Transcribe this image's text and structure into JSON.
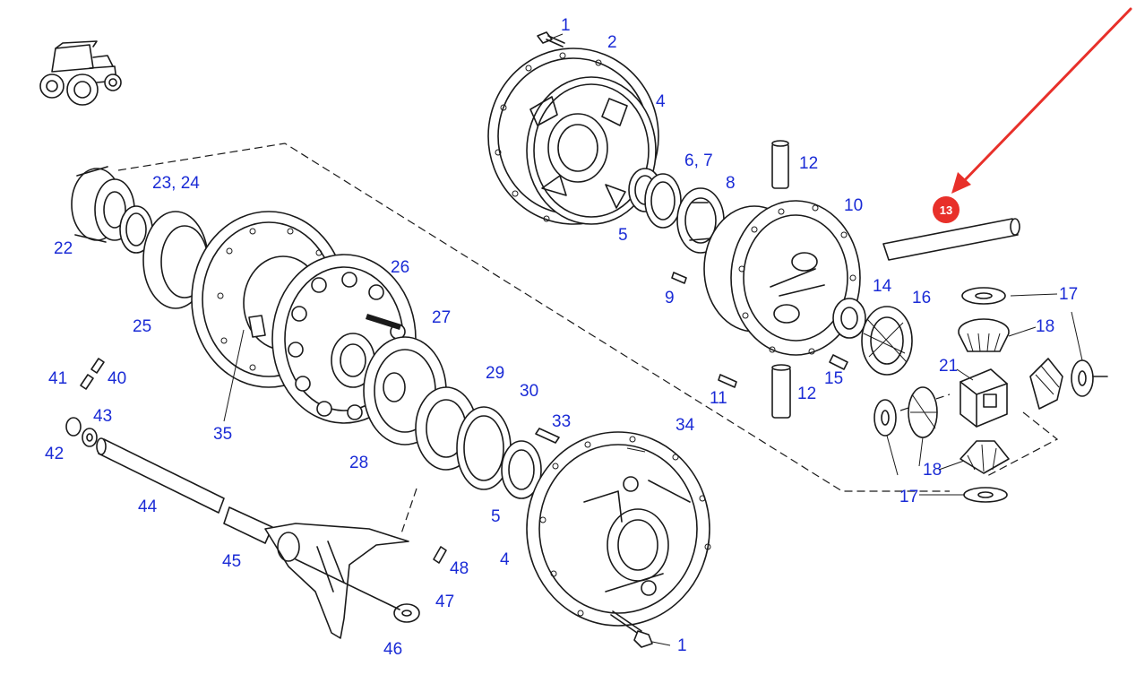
{
  "diagram": {
    "callouts": [
      {
        "id": "c1a",
        "text": "1"
      },
      {
        "id": "c2",
        "text": "2"
      },
      {
        "id": "c4a",
        "text": "4"
      },
      {
        "id": "c67",
        "text": "6, 7"
      },
      {
        "id": "c8",
        "text": "8"
      },
      {
        "id": "c5a",
        "text": "5"
      },
      {
        "id": "c12a",
        "text": "12"
      },
      {
        "id": "c10",
        "text": "10"
      },
      {
        "id": "c9",
        "text": "9"
      },
      {
        "id": "c14",
        "text": "14"
      },
      {
        "id": "c16",
        "text": "16"
      },
      {
        "id": "c17a",
        "text": "17"
      },
      {
        "id": "c18a",
        "text": "18"
      },
      {
        "id": "c21",
        "text": "21"
      },
      {
        "id": "c15",
        "text": "15"
      },
      {
        "id": "c11",
        "text": "11"
      },
      {
        "id": "c12b",
        "text": "12"
      },
      {
        "id": "c18b",
        "text": "18"
      },
      {
        "id": "c17b",
        "text": "17"
      },
      {
        "id": "c2324",
        "text": "23, 24"
      },
      {
        "id": "c22",
        "text": "22"
      },
      {
        "id": "c25",
        "text": "25"
      },
      {
        "id": "c26",
        "text": "26"
      },
      {
        "id": "c27",
        "text": "27"
      },
      {
        "id": "c35",
        "text": "35"
      },
      {
        "id": "c28",
        "text": "28"
      },
      {
        "id": "c29",
        "text": "29"
      },
      {
        "id": "c30",
        "text": "30"
      },
      {
        "id": "c33",
        "text": "33"
      },
      {
        "id": "c34",
        "text": "34"
      },
      {
        "id": "c41",
        "text": "41"
      },
      {
        "id": "c40",
        "text": "40"
      },
      {
        "id": "c43",
        "text": "43"
      },
      {
        "id": "c42",
        "text": "42"
      },
      {
        "id": "c44",
        "text": "44"
      },
      {
        "id": "c45",
        "text": "45"
      },
      {
        "id": "c5b",
        "text": "5"
      },
      {
        "id": "c4b",
        "text": "4"
      },
      {
        "id": "c48",
        "text": "48"
      },
      {
        "id": "c47",
        "text": "47"
      },
      {
        "id": "c46",
        "text": "46"
      },
      {
        "id": "c1b",
        "text": "1"
      }
    ],
    "highlight": {
      "text": "13",
      "color": "#e8302a"
    },
    "arrow_color": "#e8302a",
    "label_color": "#1a2bd6",
    "icon": "tractor-icon"
  }
}
